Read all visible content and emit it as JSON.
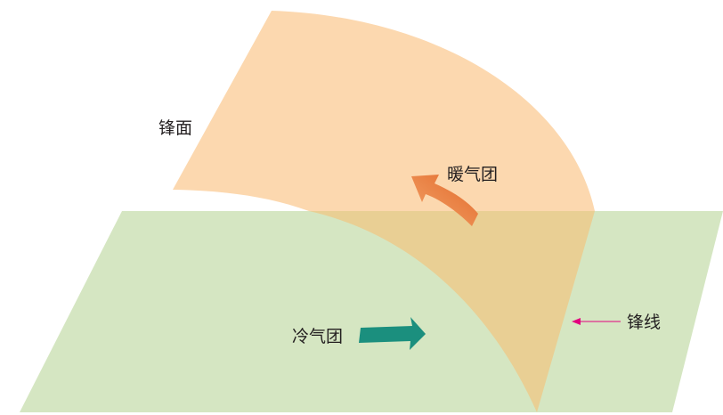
{
  "labels": {
    "front_surface": "锋面",
    "warm_air_mass": "暖气团",
    "cold_air_mass": "冷气团",
    "front_line": "锋线"
  },
  "colors": {
    "ground_plane": "#d5e6c2",
    "front_surface": "#fcd8af",
    "overlap": "#e9cf94",
    "warm_arrow_light": "#f3a46a",
    "warm_arrow_dark": "#e2692a",
    "cold_arrow": "#1b8f7e",
    "front_line_pointer": "#e3007f",
    "text": "#231f20"
  },
  "icons": {
    "warm_arrow": "curved-arrow-up-left",
    "cold_arrow": "arrow-right",
    "front_line_pointer": "thin-arrow-left"
  }
}
